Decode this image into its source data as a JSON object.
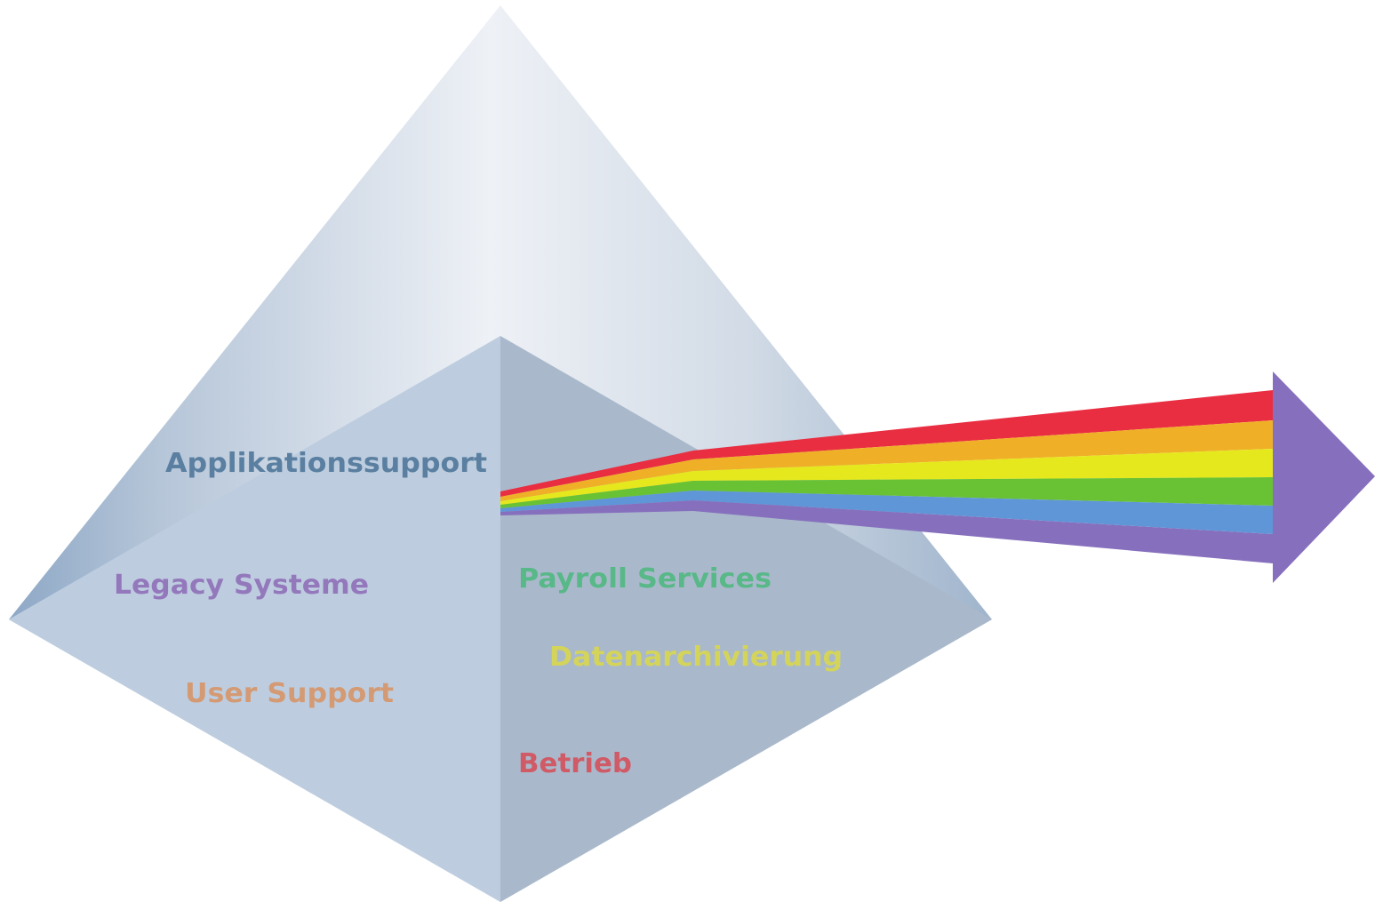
{
  "labels": {
    "applikationssupport": "Applikationssupport",
    "legacy_systeme": "Legacy Systeme",
    "user_support": "User Support",
    "payroll_services": "Payroll Services",
    "datenarchivierung": "Datenarchivierung",
    "betrieb": "Betrieb"
  },
  "colors": {
    "applikationssupport": "#5a7fa0",
    "legacy_systeme": "#9478bc",
    "user_support": "#d49a74",
    "payroll_services": "#58b888",
    "datenarchivierung": "#d4d45a",
    "betrieb": "#d05a66",
    "ray_red": "#ea2e41",
    "ray_orange": "#efb028",
    "ray_yellow": "#e6e81e",
    "ray_green": "#69c234",
    "ray_blue": "#5e96d8",
    "ray_purple": "#8670bd"
  }
}
